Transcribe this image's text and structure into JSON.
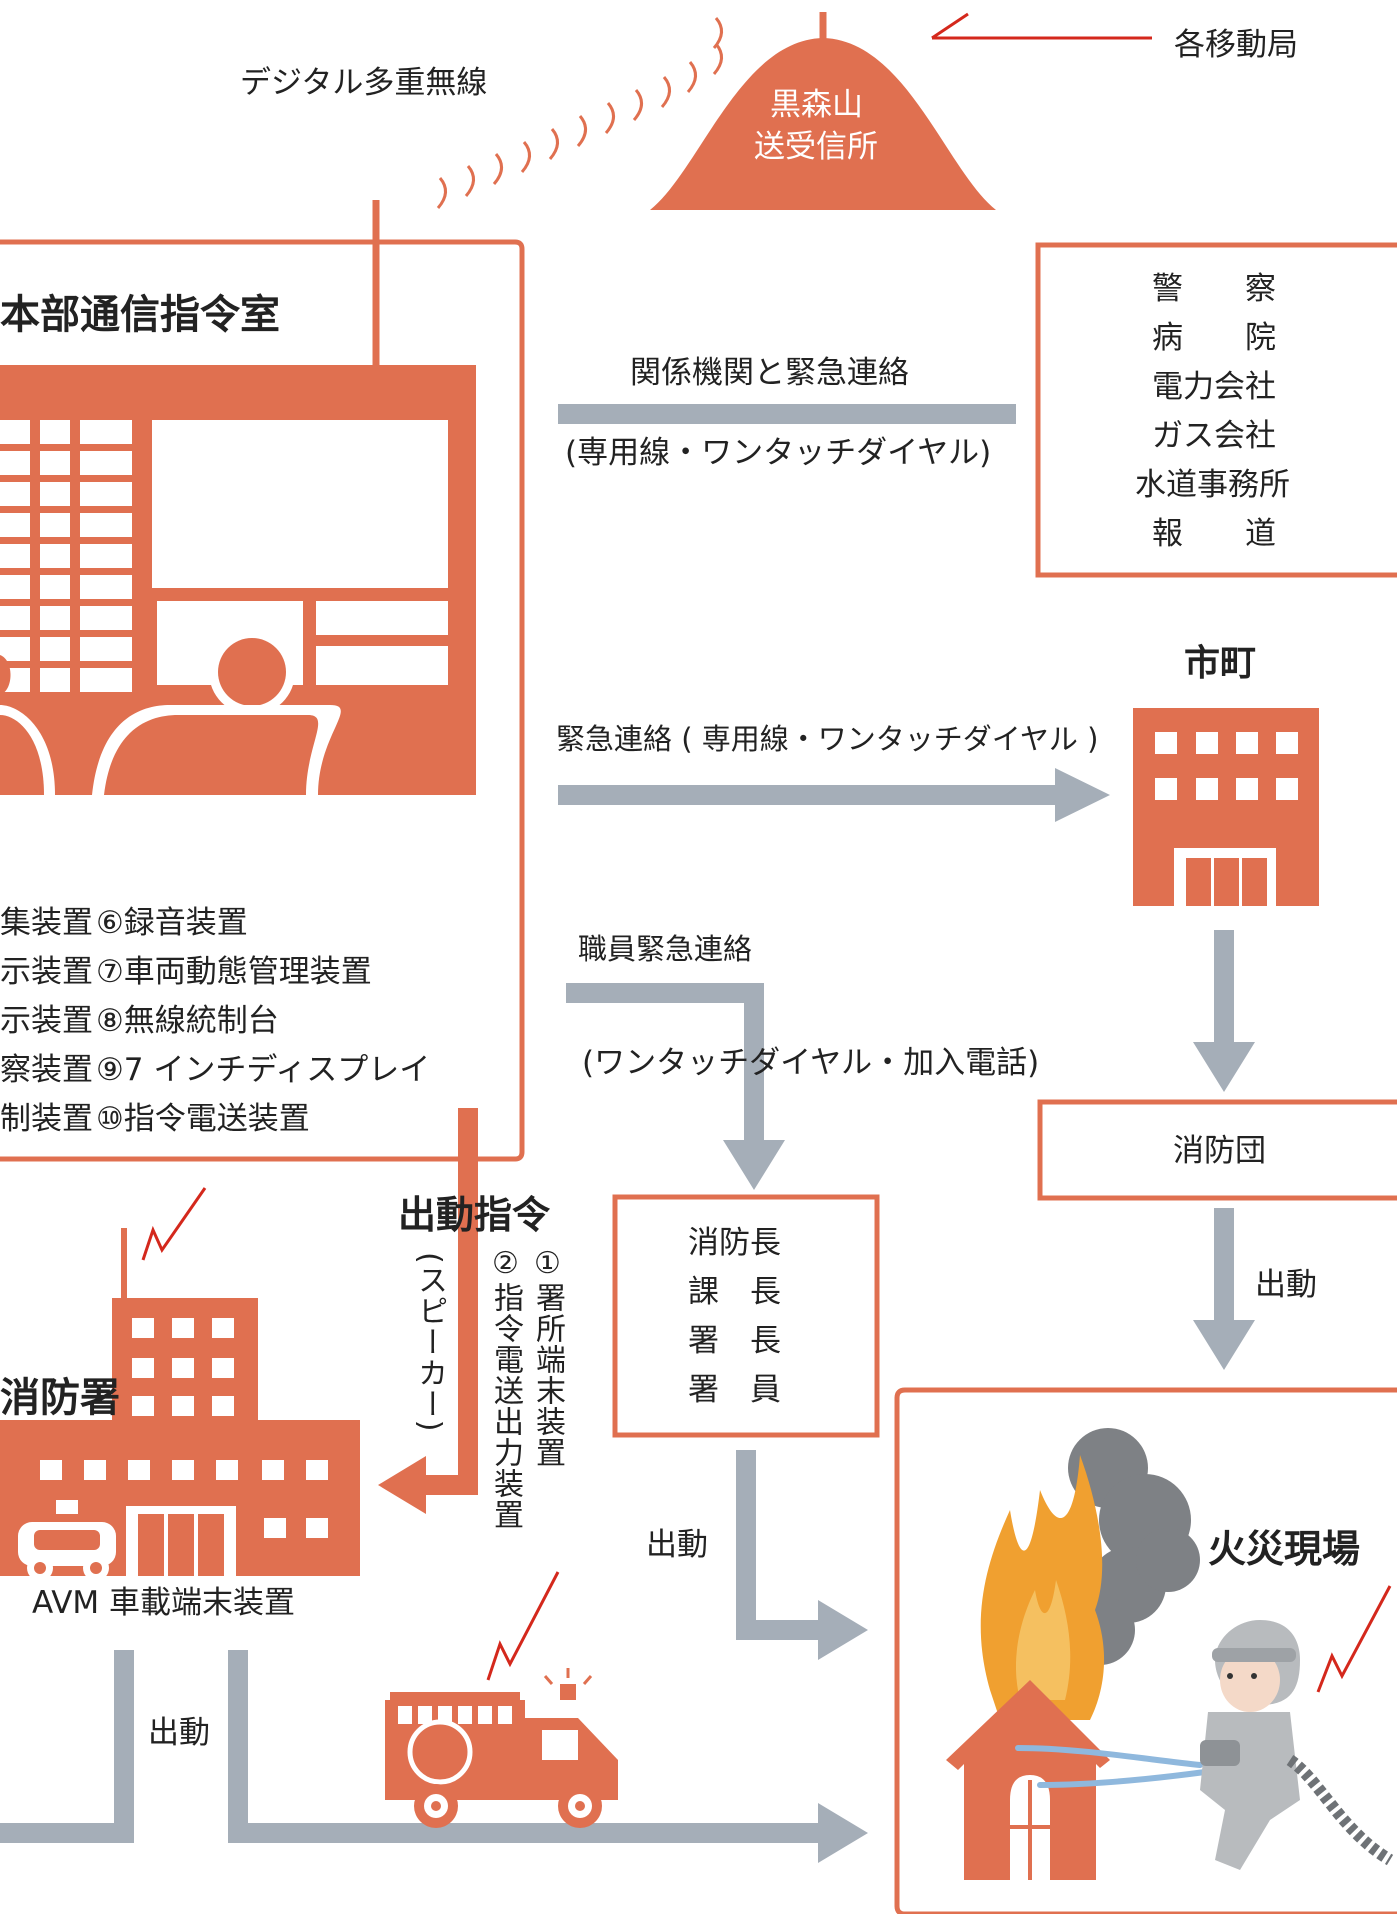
{
  "colors": {
    "accent": "#E07050",
    "arrow": "#A5AEB8",
    "red_signal": "#D4281C",
    "smoke": "#7E8185",
    "flame": "#F0A030",
    "firefighter": "#B8BBBE"
  },
  "radio": {
    "label": "デジタル多重無線",
    "mountain_line1": "黒森山",
    "mountain_line2": "送受信所",
    "mobile_stations": "各移動局"
  },
  "command_room": {
    "title": "本部通信指令室",
    "equipment_left": [
      "集装置",
      "示装置",
      "示装置",
      "察装置",
      "制装置"
    ],
    "equipment_right": [
      "⑥録音装置",
      "⑦車両動態管理装置",
      "⑧無線統制台",
      "⑨7 インチディスプレイ",
      "⑩指令電送装置"
    ]
  },
  "related_agencies": {
    "label": "関係機関と緊急連絡",
    "sublabel": "(専用線・ワンタッチダイヤル)",
    "list": [
      "警　　察",
      "病　　院",
      "電力会社",
      "ガス会社",
      "水道事務所",
      "報　　道"
    ]
  },
  "city": {
    "title": "市町",
    "link_label": "緊急連絡 ( 専用線・ワンタッチダイヤル )"
  },
  "staff_contact": {
    "label": "職員緊急連絡",
    "sublabel": "(ワンタッチダイヤル・加入電話)"
  },
  "fire_corps": {
    "label": "消防団",
    "dispatch": "出動"
  },
  "officials": {
    "list": [
      "消防長",
      "課　長",
      "署　長",
      "署　員"
    ],
    "dispatch": "出動"
  },
  "dispatch_order": {
    "title": "出動指令",
    "speaker": "(スピーカー)",
    "item1": "①署所端末装置",
    "item2": "②指令電送出力装置"
  },
  "fire_station": {
    "title": "消防署",
    "avm": "AVM 車載端末装置",
    "dispatch": "出動"
  },
  "fire_scene": {
    "title": "火災現場"
  }
}
